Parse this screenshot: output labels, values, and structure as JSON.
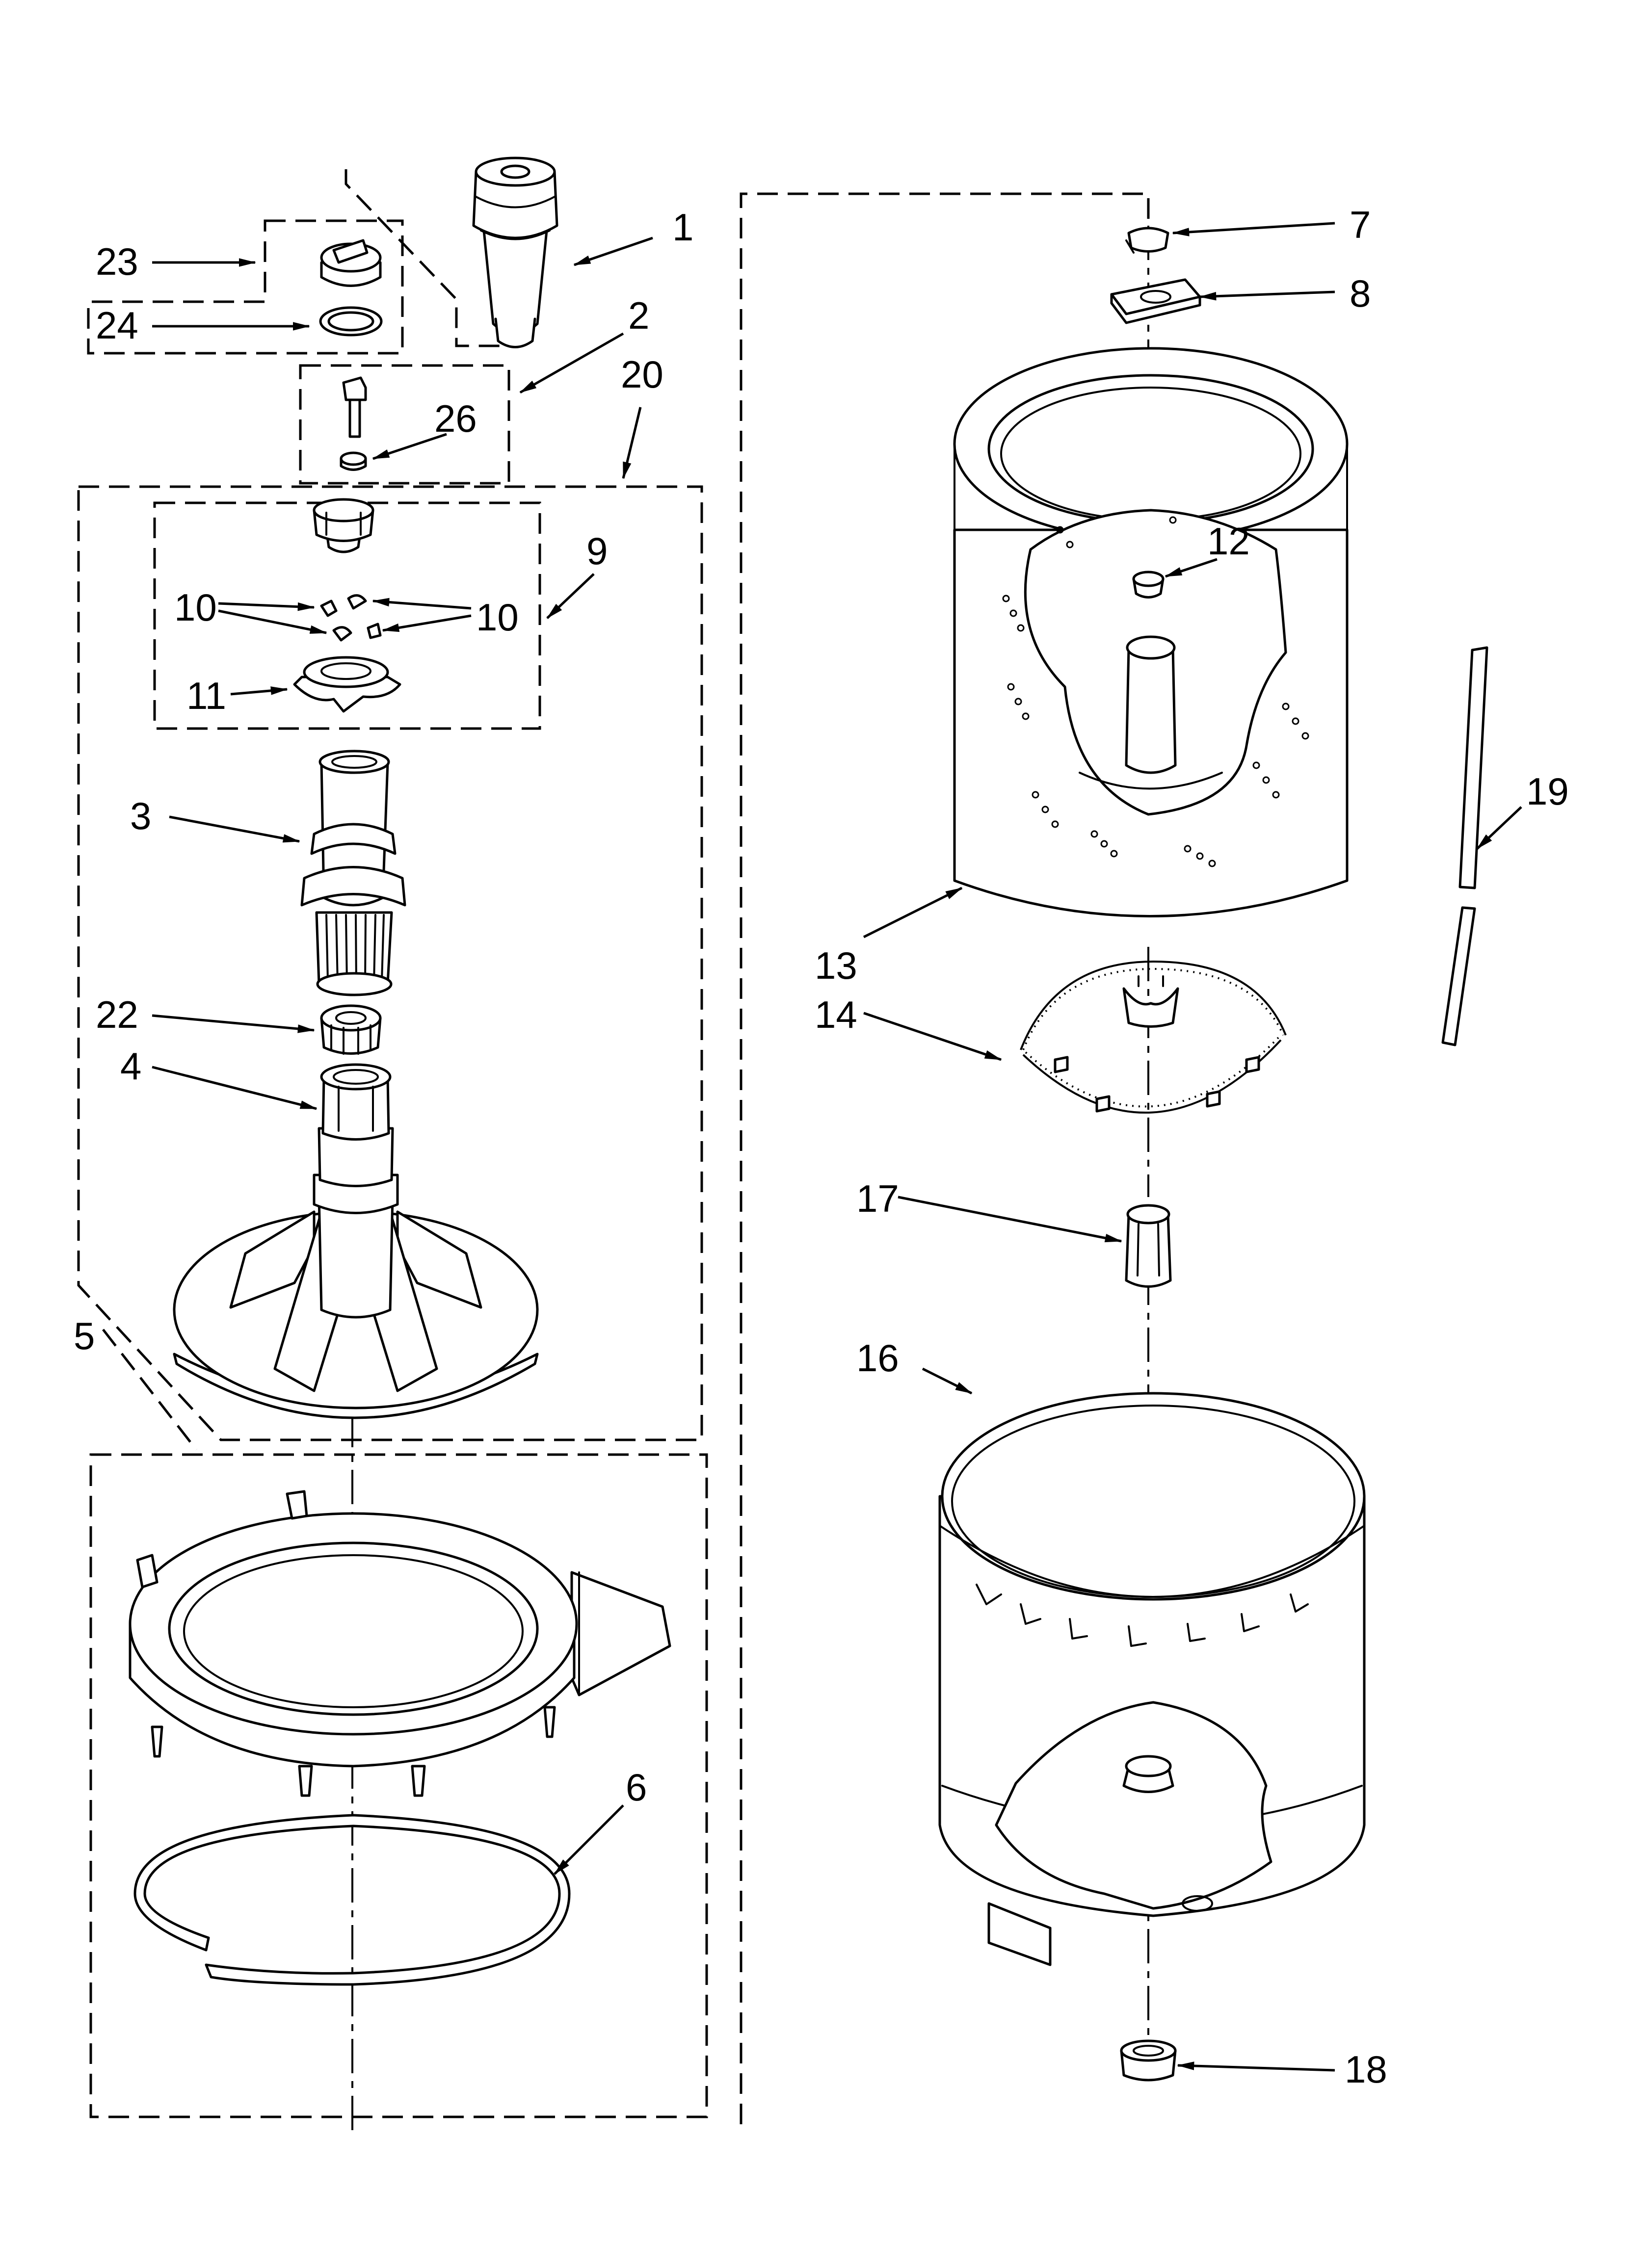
{
  "callouts": {
    "p1": "1",
    "p2": "2",
    "p3": "3",
    "p4": "4",
    "p5": "5",
    "p6": "6",
    "p7": "7",
    "p8": "8",
    "p9": "9",
    "p10a": "10",
    "p10b": "10",
    "p11": "11",
    "p12": "12",
    "p13": "13",
    "p14": "14",
    "p16": "16",
    "p17": "17",
    "p18": "18",
    "p19": "19",
    "p20": "20",
    "p22": "22",
    "p23": "23",
    "p24": "24",
    "p26": "26"
  }
}
